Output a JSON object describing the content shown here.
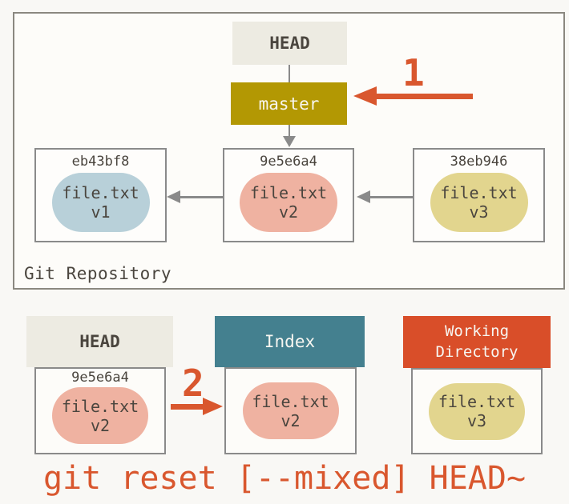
{
  "colors": {
    "background": "#f9f8f5",
    "repo_box_bg": "#fdfcf9",
    "outer_border": "#8b8880",
    "box_border": "#8a8a8a",
    "head_header_bg": "#edebe2",
    "master_bg": "#b39803",
    "index_header_bg": "#44808f",
    "workdir_header_bg": "#d94e29",
    "accent_red": "#d9572e",
    "blob_blue": "#b8d0d9",
    "blob_pink": "#efb2a1",
    "blob_yellow": "#e2d58e",
    "text_dark": "#4a453e",
    "text_light": "#f7f5ee"
  },
  "repository": {
    "label": "Git Repository",
    "head_label": "HEAD",
    "branch_label": "master",
    "commits": [
      {
        "hash": "eb43bf8",
        "file": "file.txt",
        "version": "v1"
      },
      {
        "hash": "9e5e6a4",
        "file": "file.txt",
        "version": "v2"
      },
      {
        "hash": "38eb946",
        "file": "file.txt",
        "version": "v3"
      }
    ]
  },
  "steps": {
    "one": "1",
    "two": "2"
  },
  "areas": {
    "head": {
      "label": "HEAD",
      "hash": "9e5e6a4",
      "file": "file.txt",
      "version": "v2"
    },
    "index": {
      "label": "Index",
      "file": "file.txt",
      "version": "v2"
    },
    "workdir": {
      "label": "Working Directory",
      "file": "file.txt",
      "version": "v3"
    }
  },
  "caption": "git reset [--mixed] HEAD~"
}
